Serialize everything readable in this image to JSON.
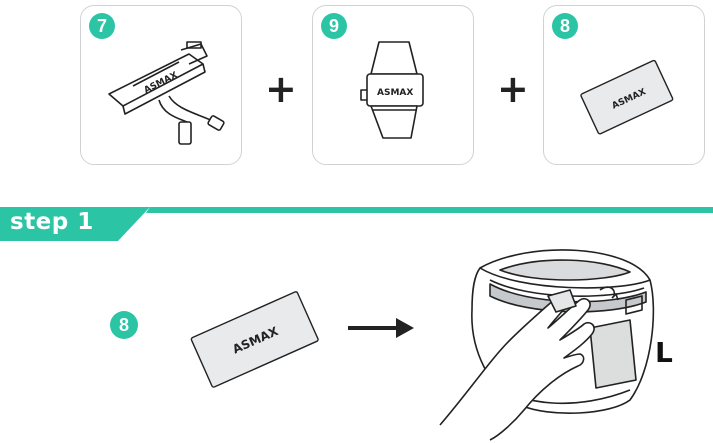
{
  "parts": [
    {
      "number": "7",
      "label": "ASMAX"
    },
    {
      "number": "9",
      "label": "ASMAX"
    },
    {
      "number": "8",
      "label": "ASMAX"
    }
  ],
  "plus_sign": "+",
  "step": {
    "label": "step 1",
    "part_number": "8",
    "wipe_label": "ASMAX",
    "side": "L"
  },
  "colors": {
    "accent": "#2bc5a6",
    "outline": "#cfd3d6",
    "ink": "#222222"
  },
  "icons": [
    "plus-icon",
    "arrow-right-icon",
    "hand-icon"
  ]
}
